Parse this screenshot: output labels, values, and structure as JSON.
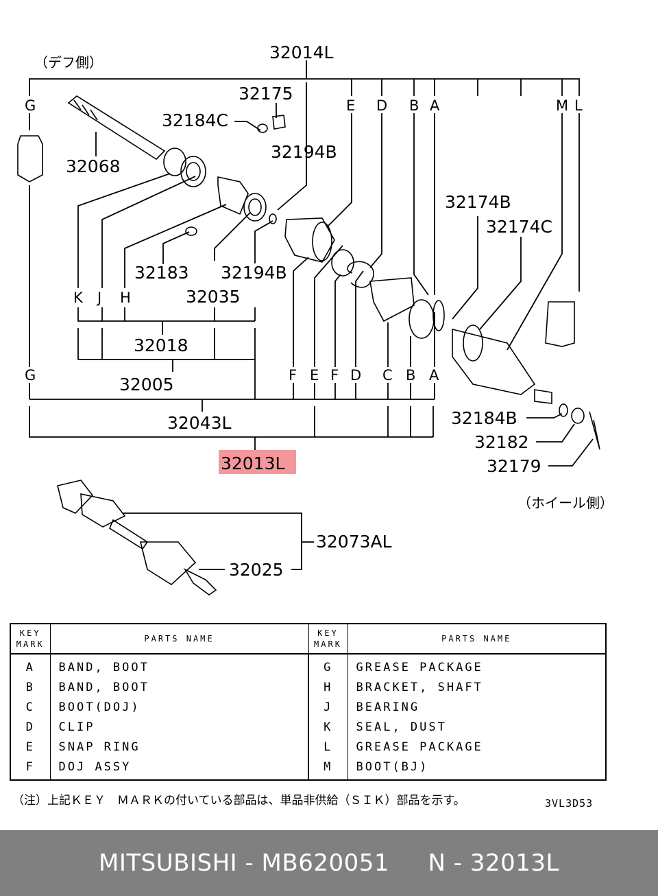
{
  "side_labels": {
    "diff": "（デフ側）",
    "wheel": "（ホイール側）"
  },
  "callouts": {
    "p32014L": "32014L",
    "p32175": "32175",
    "p32184C": "32184C",
    "p32194B_top": "32194B",
    "p32068": "32068",
    "p32174B": "32174B",
    "p32174C": "32174C",
    "p32183": "32183",
    "p32194B_low": "32194B",
    "p32035": "32035",
    "p32018": "32018",
    "p32005": "32005",
    "p32043L": "32043L",
    "p32013L": "32013L",
    "p32184B": "32184B",
    "p32182": "32182",
    "p32179": "32179",
    "p32073AL": "32073AL",
    "p32025": "32025"
  },
  "key_letters_top": [
    "G",
    "E",
    "D",
    "B",
    "A",
    "M",
    "L"
  ],
  "key_letters_mid": [
    "K",
    "J",
    "H"
  ],
  "key_letters_bottom": [
    "G",
    "F",
    "E",
    "F",
    "D",
    "C",
    "B",
    "A"
  ],
  "legend": {
    "key_header_1": "KEY",
    "key_header_2": "MARK",
    "name_header": "PARTS NAME",
    "rows": [
      {
        "k1": "A",
        "n1": "BAND, BOOT",
        "k2": "G",
        "n2": "GREASE PACKAGE"
      },
      {
        "k1": "B",
        "n1": "BAND, BOOT",
        "k2": "H",
        "n2": "BRACKET, SHAFT"
      },
      {
        "k1": "C",
        "n1": "BOOT(DOJ)",
        "k2": "J",
        "n2": "BEARING"
      },
      {
        "k1": "D",
        "n1": "CLIP",
        "k2": "K",
        "n2": "SEAL, DUST"
      },
      {
        "k1": "E",
        "n1": "SNAP RING",
        "k2": "L",
        "n2": "GREASE PACKAGE"
      },
      {
        "k1": "F",
        "n1": "DOJ ASSY",
        "k2": "M",
        "n2": "BOOT(BJ)"
      }
    ]
  },
  "note": "（注）上記ＫＥＹ　ＭＡＲＫの付いている部品は、単品非供給（ＳＩＫ）部品を示す。",
  "drawing_code": "3VL3D53",
  "footer": "MITSUBISHI - MB620051     N - 32013L",
  "colors": {
    "highlight": "#f4979b",
    "footer_bg": "#808080",
    "footer_text": "#ffffff"
  }
}
